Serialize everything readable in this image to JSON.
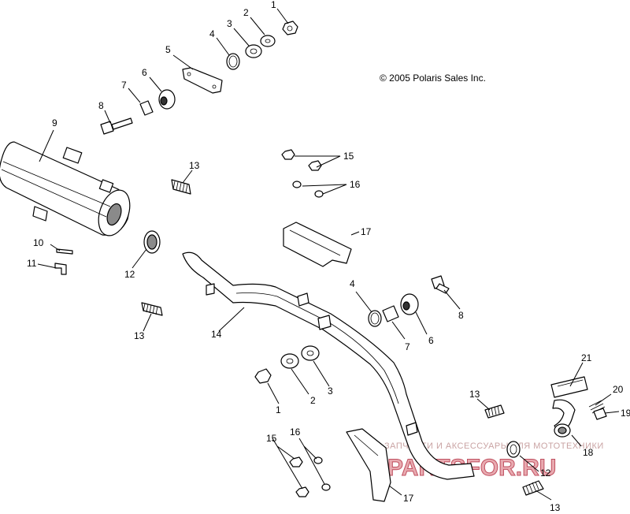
{
  "copyright": "© 2005 Polaris Sales Inc.",
  "watermark": {
    "tagline": "ЗАПЧАСТИ И АКСЕССУАРЫ ДЛЯ МОТОТЕХНИКИ",
    "brand": "PARTSFOR.RU"
  },
  "callouts": {
    "c1_top": "1",
    "c2_top": "2",
    "c3_top": "3",
    "c4_top": "4",
    "c5": "5",
    "c6_top": "6",
    "c7_top": "7",
    "c8_top": "8",
    "c9": "9",
    "c10": "10",
    "c11": "11",
    "c12_left": "12",
    "c13_topmid": "13",
    "c13_left": "13",
    "c14": "14",
    "c15_top": "15",
    "c16_top": "16",
    "c17_top": "17",
    "c4_mid": "4",
    "c7_mid": "7",
    "c6_mid": "6",
    "c8_mid": "8",
    "c1_mid": "1",
    "c2_mid": "2",
    "c3_mid": "3",
    "c13_right": "13",
    "c21": "21",
    "c20": "20",
    "c19": "19",
    "c18": "18",
    "c12_bottom": "12",
    "c13_bottom": "13",
    "c15_bottom": "15",
    "c16_bottom": "16",
    "c17_bottom": "17"
  },
  "colors": {
    "line": "#000000",
    "background": "#ffffff",
    "watermark_text": "#c9a3a3",
    "watermark_brand": "#e8aab0"
  }
}
